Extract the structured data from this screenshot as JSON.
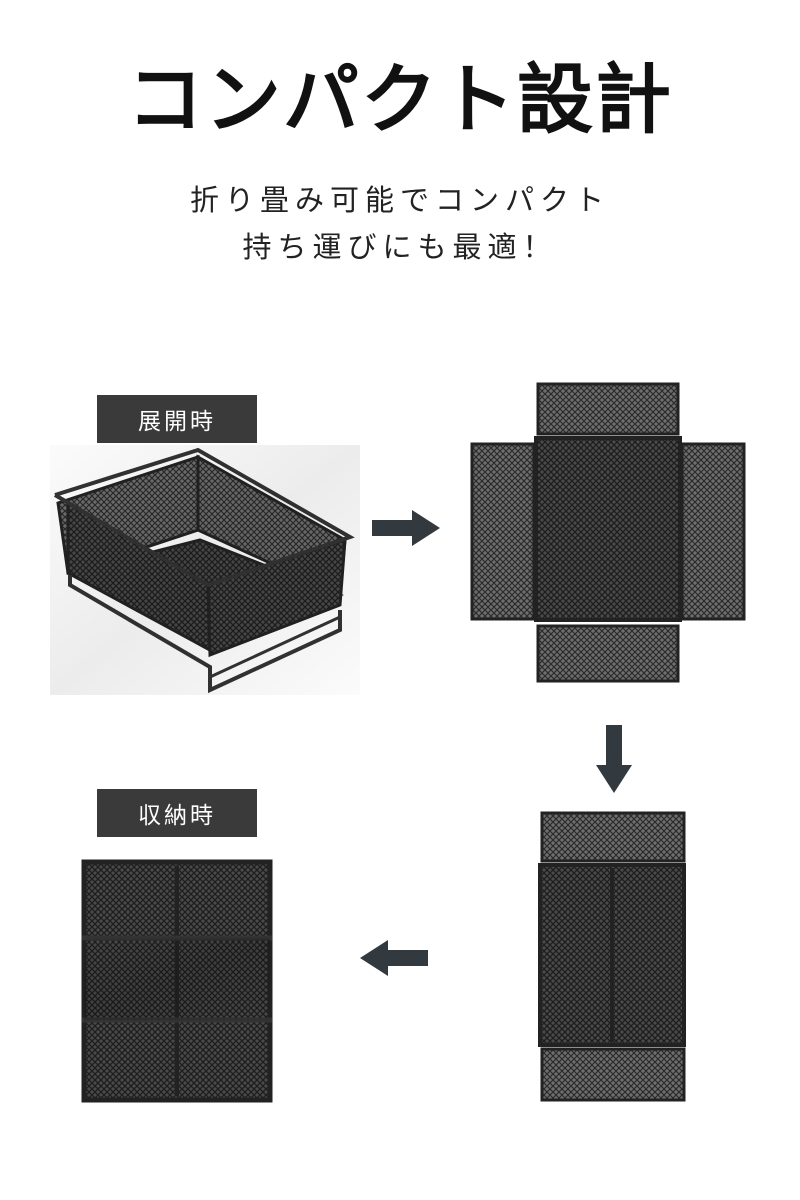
{
  "title": "コンパクト設計",
  "subtitle": {
    "line1": "折り畳み可能でコンパクト",
    "line2": "持ち運びにも最適！"
  },
  "labels": {
    "open": "展開時",
    "stored": "収納時"
  },
  "colors": {
    "badge_bg": "#3a3a3a",
    "arrow": "#333a3f",
    "mesh": "#2b2b2b"
  },
  "icons": [
    "arrow-right-icon",
    "arrow-down-icon",
    "arrow-left-icon"
  ]
}
